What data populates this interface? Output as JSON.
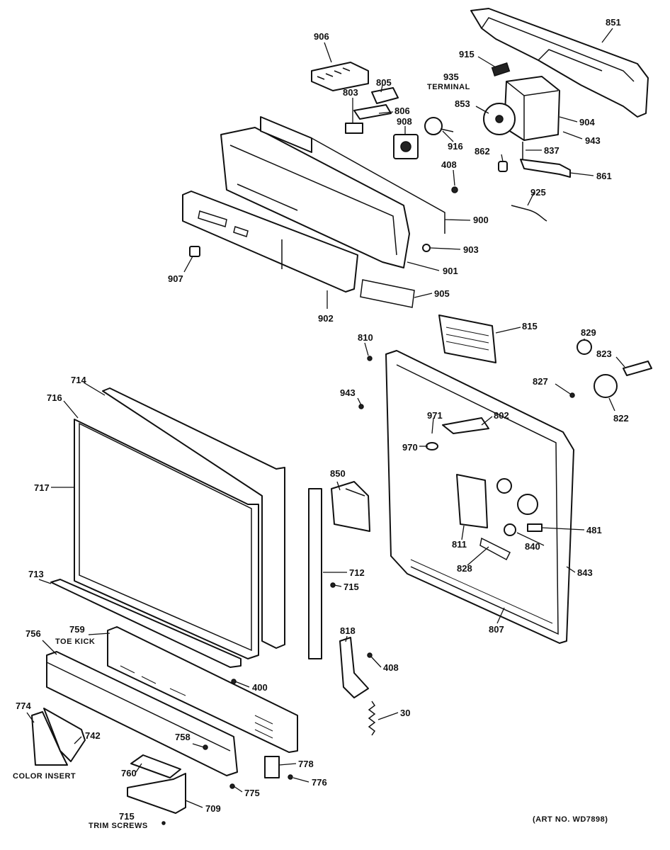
{
  "labels": {
    "p851": "851",
    "p906": "906",
    "p915": "915",
    "p935": "935",
    "terminal": "TERMINAL",
    "p805": "805",
    "p803": "803",
    "p806": "806",
    "p908": "908",
    "p853": "853",
    "p904": "904",
    "p943a": "943",
    "p916": "916",
    "p862": "862",
    "p837": "837",
    "p408a": "408",
    "p861": "861",
    "p925": "925",
    "p900": "900",
    "p903": "903",
    "p907": "907",
    "p901": "901",
    "p905": "905",
    "p902": "902",
    "p815": "815",
    "p810": "810",
    "p829": "829",
    "p823": "823",
    "p827": "827",
    "p822": "822",
    "p943b": "943",
    "p714": "714",
    "p716": "716",
    "p971": "971",
    "p802": "802",
    "p970": "970",
    "p717": "717",
    "p850": "850",
    "p481": "481",
    "p811": "811",
    "p840": "840",
    "p828": "828",
    "p712": "712",
    "p843": "843",
    "p713": "713",
    "p715a": "715",
    "p807": "807",
    "p756": "756",
    "p759": "759",
    "toe_kick": "TOE KICK",
    "p818": "818",
    "p408b": "408",
    "p400": "400",
    "p774": "774",
    "p742": "742",
    "p30": "30",
    "p758": "758",
    "p778": "778",
    "color_insert": "COLOR INSERT",
    "p760": "760",
    "p776": "776",
    "p775": "775",
    "p709": "709",
    "p715b": "715",
    "trim_screws": "TRIM SCREWS",
    "art_no": "(ART NO. WD7898)"
  }
}
